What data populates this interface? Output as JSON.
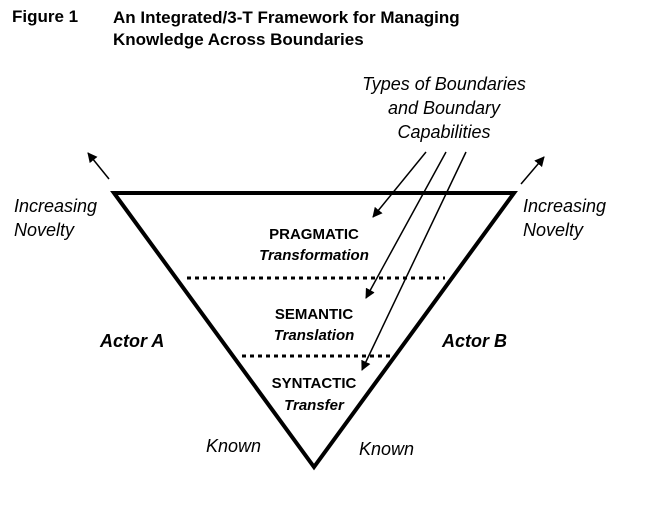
{
  "figure": {
    "label": "Figure 1",
    "title_lines": [
      "An Integrated/3-T Framework for Managing",
      "Knowledge Across Boundaries"
    ]
  },
  "callout": {
    "lines": [
      "Types of Boundaries",
      "and Boundary",
      "Capabilities"
    ]
  },
  "novelty_left": [
    "Increasing",
    "Novelty"
  ],
  "novelty_right": [
    "Increasing",
    "Novelty"
  ],
  "actor_a": "Actor A",
  "actor_b": "Actor B",
  "known_left": "Known",
  "known_right": "Known",
  "levels": [
    {
      "name": "PRAGMATIC",
      "capability": "Transformation"
    },
    {
      "name": "SEMANTIC",
      "capability": "Translation"
    },
    {
      "name": "SYNTACTIC",
      "capability": "Transfer"
    }
  ]
}
